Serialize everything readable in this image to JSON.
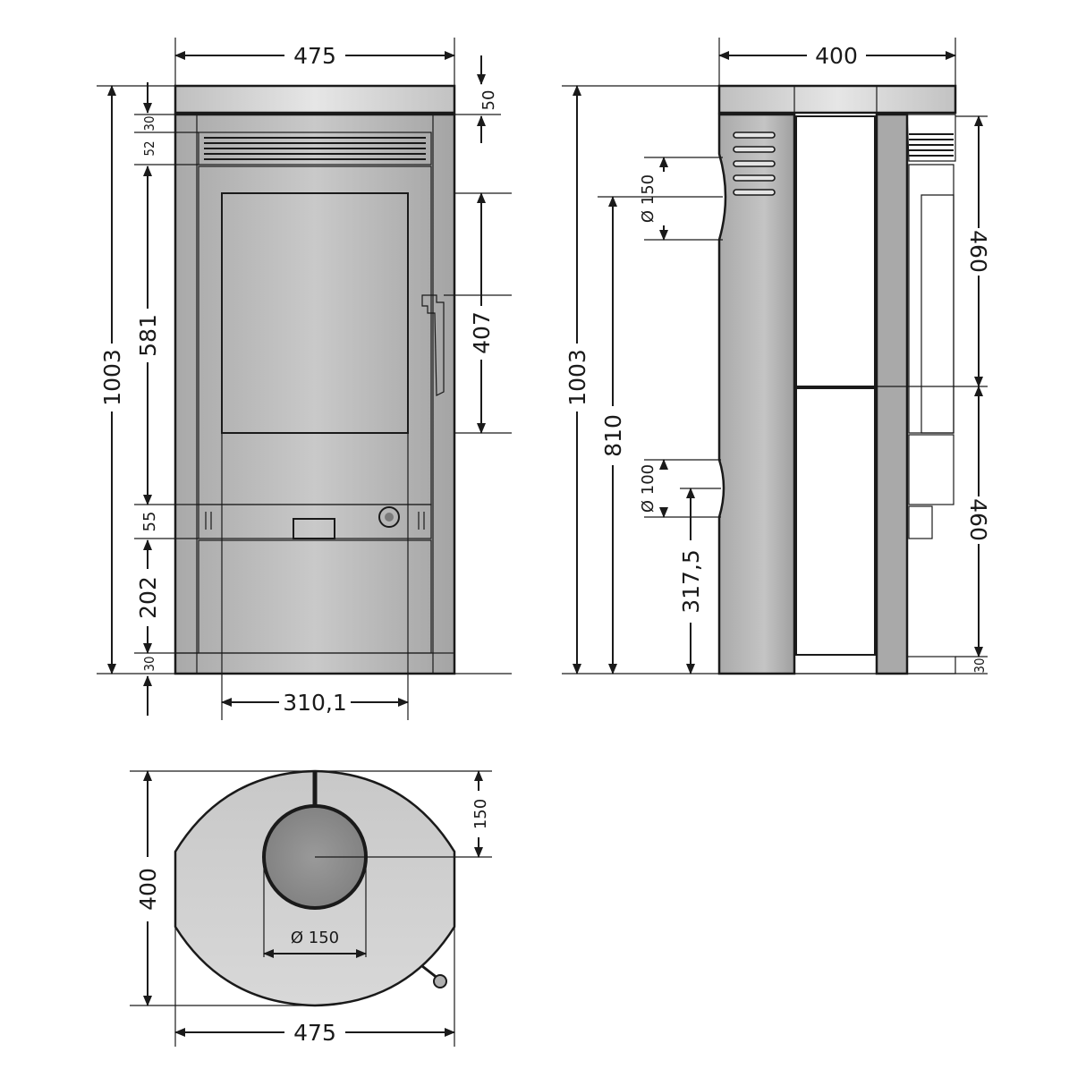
{
  "front": {
    "width_label": "475",
    "height_label": "1003",
    "top_cap_label": "50",
    "top_30_label": "30",
    "grille_label": "52",
    "door_label": "581",
    "glass_label": "407",
    "ash_label": "55",
    "base_label": "202",
    "foot_label": "30",
    "inner_width_label": "310,1"
  },
  "side": {
    "width_label": "400",
    "height_label": "1003",
    "flue_top_label": "Ø 150",
    "flue_top_height_label": "810",
    "air_label": "Ø 100",
    "air_height_label": "317,5",
    "upper_panel_label": "460",
    "lower_panel_label": "460",
    "foot_label": "30"
  },
  "top": {
    "depth_label": "400",
    "offset_label": "150",
    "flue_label": "Ø 150",
    "width_label": "475"
  },
  "colors": {
    "line": "#1a1a1a",
    "body_gray": "#b4b4b4",
    "light_gray": "#d2d2d2",
    "glass": "#c8c8c8"
  }
}
